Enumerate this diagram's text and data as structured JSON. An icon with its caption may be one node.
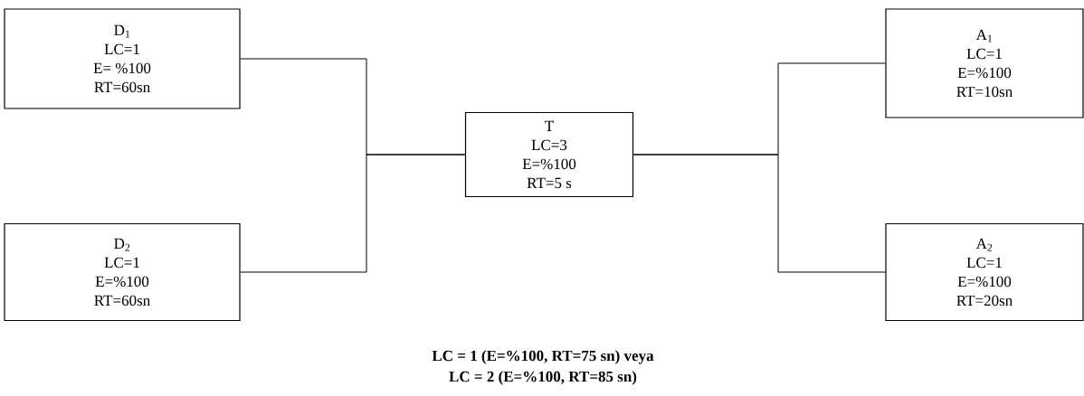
{
  "diagram": {
    "nodes": [
      {
        "text": [
          "D$_{1}$",
          "LC=1",
          "E= %100",
          "RT=60sn"
        ]
      },
      {
        "text": [
          "D$_{2}$",
          "LC=1",
          "E=%100",
          "RT=60sn"
        ]
      },
      {
        "text": [
          "T",
          "LC=3",
          "E=%100",
          "RT=5  s"
        ]
      },
      {
        "text": [
          "A$_{1}$",
          "LC=1",
          "E=%100",
          "RT=10sn"
        ]
      },
      {
        "text": [
          "A$_{2}$",
          "LC=1",
          "E=%100",
          "RT=20sn"
        ]
      }
    ],
    "edges": [
      {
        "from": 0,
        "to": 2,
        "arrow": "none"
      },
      {
        "from": 1,
        "to": 2,
        "arrow": "none"
      },
      {
        "from": 2,
        "to": 3,
        "arrow": "none"
      },
      {
        "from": 2,
        "to": 4,
        "arrow": "none"
      }
    ],
    "labels": [
      "LC = 1 (E=%100,  RT=75 sn) veya",
      "LC = 2 (E=%100,  RT=85 sn)"
    ]
  }
}
